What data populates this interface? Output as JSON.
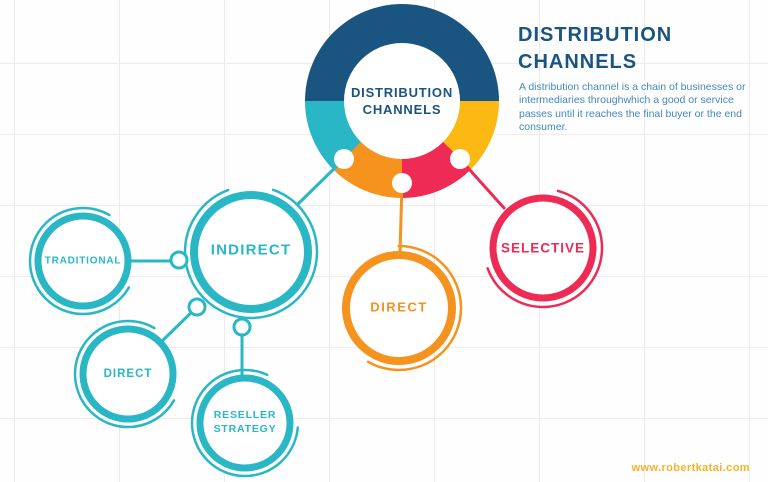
{
  "header": {
    "title": "DISTRIBUTION\nCHANNELS",
    "description": "A distribution channel is a chain of businesses or intermediaries throughwhich a good or service passes until it reaches the final buyer or the end consumer."
  },
  "donut": {
    "label": "DISTRIBUTION\nCHANNELS",
    "segments": [
      {
        "name": "main-top",
        "color": "#1a5480",
        "start_deg": 270,
        "end_deg": 450
      },
      {
        "name": "yellow",
        "color": "#fcb813",
        "start_deg": 90,
        "end_deg": 135
      },
      {
        "name": "red",
        "color": "#ee2b55",
        "start_deg": 135,
        "end_deg": 180
      },
      {
        "name": "orange",
        "color": "#f6921e",
        "start_deg": 180,
        "end_deg": 225
      },
      {
        "name": "teal",
        "color": "#29b7c6",
        "start_deg": 225,
        "end_deg": 270
      }
    ]
  },
  "bubbles": [
    {
      "id": "traditional",
      "label": "TRADITIONAL",
      "color": "#29b7c6"
    },
    {
      "id": "indirect",
      "label": "INDIRECT",
      "color": "#29b7c6"
    },
    {
      "id": "direct-small",
      "label": "DIRECT",
      "color": "#29b7c6"
    },
    {
      "id": "reseller-strategy",
      "label": "RESELLER\nSTRATEGY",
      "color": "#29b7c6"
    },
    {
      "id": "direct",
      "label": "DIRECT",
      "color": "#f6921e"
    },
    {
      "id": "selective",
      "label": "SELECTIVE",
      "color": "#ee2b55"
    }
  ],
  "watermark": "www.robertkatai.com",
  "colors": {
    "dark_blue": "#1a5480",
    "teal": "#29b7c6",
    "orange": "#f6921e",
    "red": "#ee2b55",
    "yellow": "#fcb813",
    "description_text": "#4489bf",
    "watermark_text": "#f3b32b",
    "grid_line": "#efe9ec"
  }
}
